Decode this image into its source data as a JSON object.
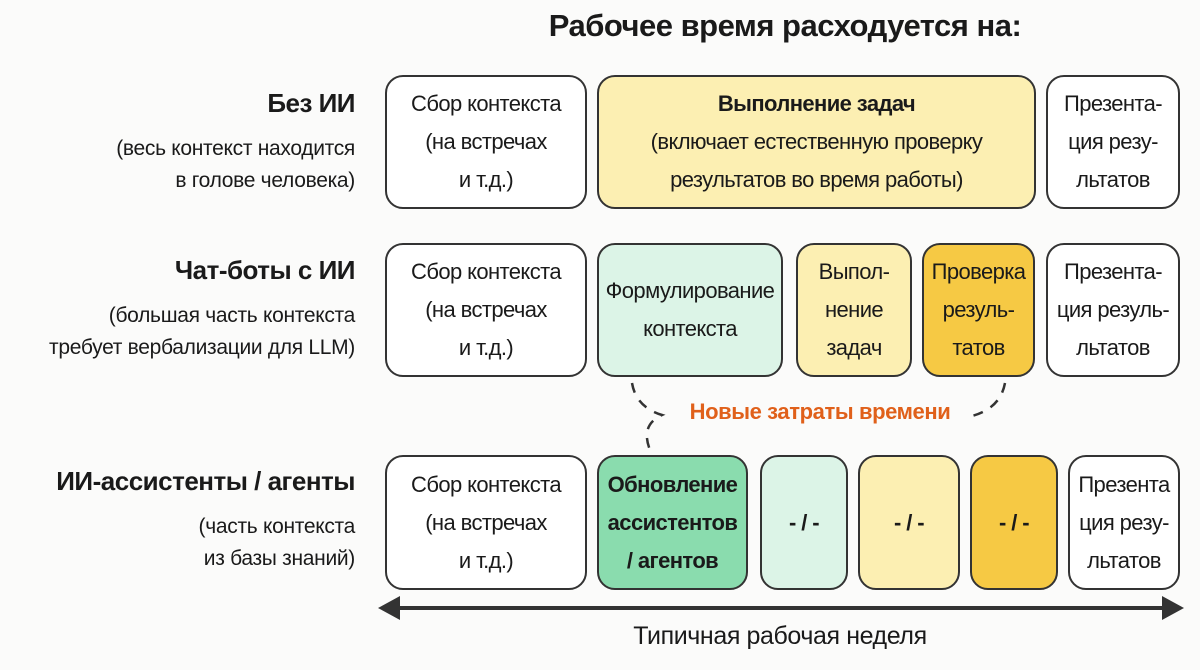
{
  "title": "Рабочее время расходуется на:",
  "rows": [
    {
      "heading": "Без ИИ",
      "sub": "(весь контекст находится\nв голове человека)"
    },
    {
      "heading": "Чат-боты с ИИ",
      "sub": "(большая часть контекста\nтребует вербализации для LLM)"
    },
    {
      "heading": "ИИ-ассистенты / агенты",
      "sub": "(часть контекста\nиз базы знаний)"
    }
  ],
  "row1": {
    "collect": "Сбор контекста\n(на встречах\nи т.д.)",
    "execute_title": "Выполнение задач",
    "execute_sub": "(включает естественную проверку\nрезультатов во время работы)",
    "present": "Презента-\nция резу-\nльтатов"
  },
  "row2": {
    "collect": "Сбор контекста\n(на встречах\nи т.д.)",
    "formulate": "Формулирование\nконтекста",
    "execute": "Выпол-\nнение\nзадач",
    "check": "Проверка\nрезуль-\nтатов",
    "present": "Презента-\nция резуль-\nльтатов"
  },
  "row3": {
    "collect": "Сбор контекста\n(на встречах\nи т.д.)",
    "update": "Обновление\nассистентов\n/ агентов",
    "ditto1": "- / -",
    "ditto2": "- / -",
    "ditto3": "- / -",
    "present": "Презента\nция резу-\nльтатов"
  },
  "new_costs": "Новые затраты времени",
  "axis_label": "Типичная рабочая неделя",
  "colors": {
    "mint": "#dcf4e7",
    "green": "#8adcae",
    "light_yellow": "#fcefb2",
    "yellow": "#f6c944",
    "accent": "#e0601a"
  }
}
